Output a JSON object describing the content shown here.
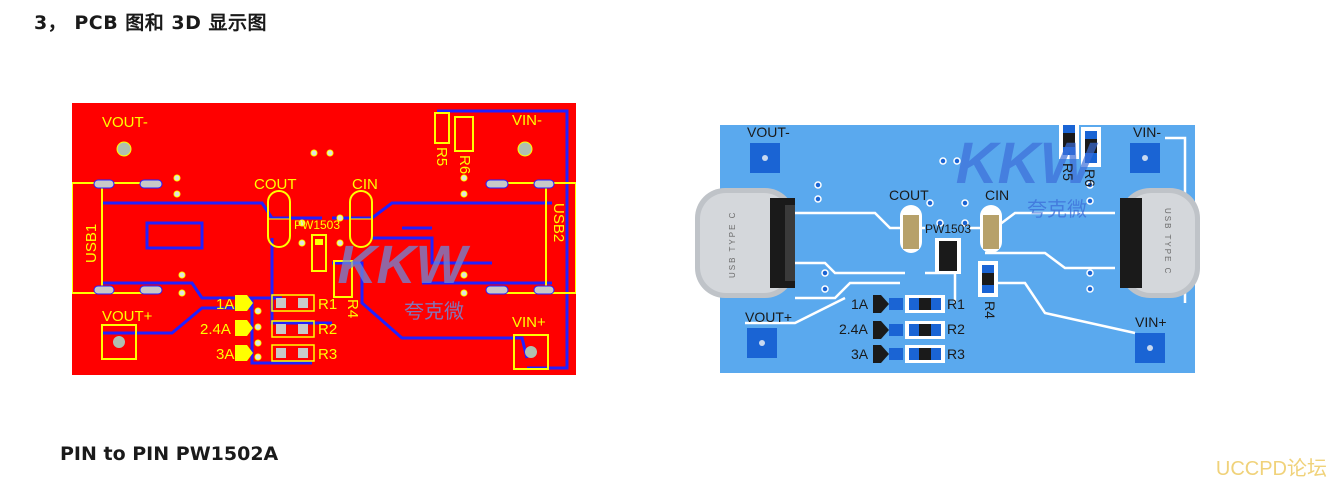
{
  "heading": "3， PCB 图和 3D 显示图",
  "subheading": "PIN to PIN PW1502A",
  "watermark": "UCCPD论坛",
  "pcb2d": {
    "labels": {
      "vout_minus": "VOUT-",
      "vin_minus": "VIN-",
      "vout_plus": "VOUT+",
      "vin_plus": "VIN+",
      "cout": "COUT",
      "cin": "CIN",
      "chip": "PW1503",
      "usb1": "USB1",
      "usb2": "USB2",
      "r1": "R1",
      "r2": "R2",
      "r3": "R3",
      "r4": "R4",
      "r5": "R5",
      "r6": "R6",
      "i1": "1A",
      "i2": "2.4A",
      "i3": "3A",
      "logo": "KKW",
      "logo_cn": "夸克微"
    }
  },
  "pcb3d": {
    "labels": {
      "vout_minus": "VOUT-",
      "vin_minus": "VIN-",
      "vout_plus": "VOUT+",
      "vin_plus": "VIN+",
      "cout": "COUT",
      "cin": "CIN",
      "chip": "PW1503",
      "usb_left": "USB TYPE C",
      "usb_right": "USB TYPE C",
      "r1": "R1",
      "r2": "R2",
      "r3": "R3",
      "r4": "R4",
      "r5": "R5",
      "r6": "R6",
      "i1": "1A",
      "i2": "2.4A",
      "i3": "3A",
      "logo": "KKW",
      "logo_cn": "夸克微"
    }
  },
  "colors": {
    "pcb2d_board": "#ff0000",
    "pcb2d_trace": "#2020ff",
    "pcb2d_silk": "#ffff00",
    "pcb3d_board": "#5aa9ee",
    "pcb3d_pad": "#1a64d4",
    "pcb3d_trace": "#ffffff"
  }
}
